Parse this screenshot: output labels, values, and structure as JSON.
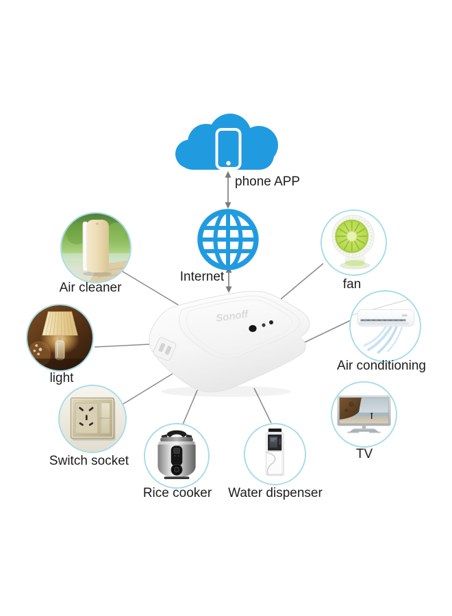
{
  "diagram": {
    "phone_app_label": "phone APP",
    "internet_label": "Internet",
    "device_brand": "Sonoff",
    "nodes": [
      {
        "id": "air-cleaner",
        "label": "Air cleaner"
      },
      {
        "id": "fan",
        "label": "fan"
      },
      {
        "id": "light",
        "label": "light"
      },
      {
        "id": "air-conditioning",
        "label": "Air conditioning"
      },
      {
        "id": "switch-socket",
        "label": "Switch socket"
      },
      {
        "id": "rice-cooker",
        "label": "Rice cooker"
      },
      {
        "id": "water-dispenser",
        "label": "Water dispenser"
      },
      {
        "id": "tv",
        "label": "TV"
      }
    ],
    "colors": {
      "accent_blue": "#219be0",
      "circle_border": "#a7dbe8",
      "connector_gray": "#8c8c8c",
      "label_text": "#1c1c1c"
    }
  }
}
